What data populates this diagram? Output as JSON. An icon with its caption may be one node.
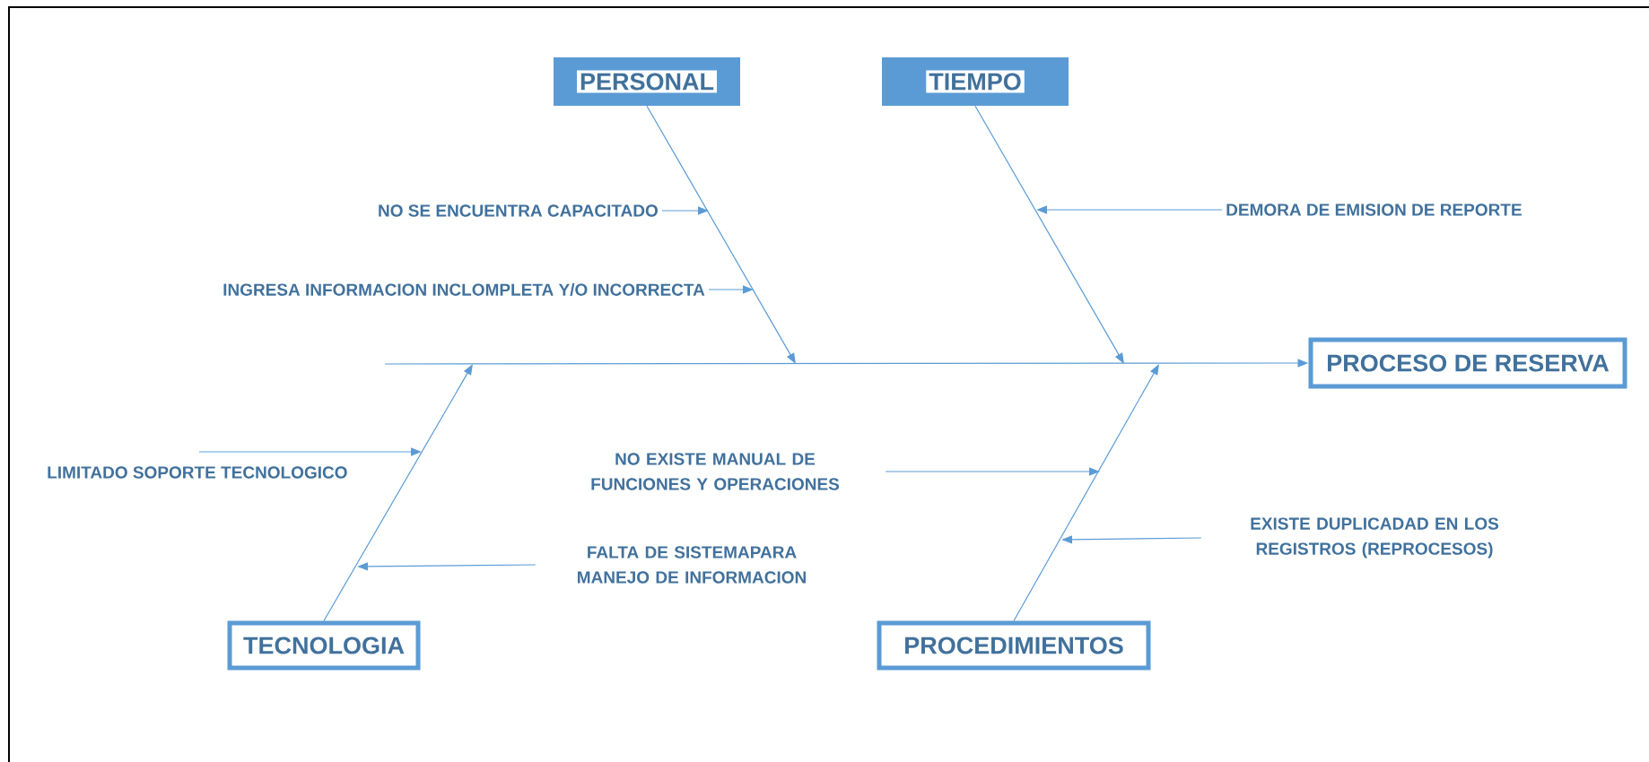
{
  "diagram": {
    "nodes": [
      {
        "text": [
          "PERSONAL"
        ]
      },
      {
        "text": [
          "TIEMPO"
        ]
      },
      {
        "text": [
          "NO SE ENCUENTRA CAPACITADO"
        ]
      },
      {
        "text": [
          "DEMORA DE EMISION DE REPORTE"
        ]
      },
      {
        "text": [
          "INGRESA INFORMACION INCLOMPLETA Y/O INCORRECTA"
        ]
      },
      {
        "text": [
          "PROCESO DE RESERVA"
        ]
      },
      {
        "text": [
          "LIMITADO SOPORTE TECNOLOGICO"
        ]
      },
      {
        "text": [
          "NO EXISTE MANUAL DE FUNCIONES Y OPERACIONES"
        ]
      },
      {
        "text": [
          "EXISTE DUPLICADAD EN LOS REGISTROS (REPROCESOS)"
        ]
      },
      {
        "text": [
          "FALTA DE SISTEMAPARA MANEJO DE INFORMACION"
        ]
      },
      {
        "text": [
          "TECNOLOGIA"
        ]
      },
      {
        "text": [
          "PROCEDIMIENTOS"
        ]
      }
    ],
    "edges": [
      {
        "from": 0,
        "to": null,
        "arrow": "to"
      },
      {
        "from": 1,
        "to": null,
        "arrow": "to"
      },
      {
        "from": 2,
        "to": null,
        "arrow": "to"
      },
      {
        "from": 3,
        "to": null,
        "arrow": "to"
      },
      {
        "from": 4,
        "to": null,
        "arrow": "to"
      },
      {
        "from": null,
        "to": 5,
        "arrow": "to"
      },
      {
        "from": 6,
        "to": null,
        "arrow": "to"
      },
      {
        "from": 7,
        "to": null,
        "arrow": "to"
      },
      {
        "from": 8,
        "to": null,
        "arrow": "to"
      },
      {
        "from": 9,
        "to": null,
        "arrow": "to"
      },
      {
        "from": 10,
        "to": null,
        "arrow": "to"
      },
      {
        "from": 11,
        "to": null,
        "arrow": "to"
      }
    ]
  }
}
